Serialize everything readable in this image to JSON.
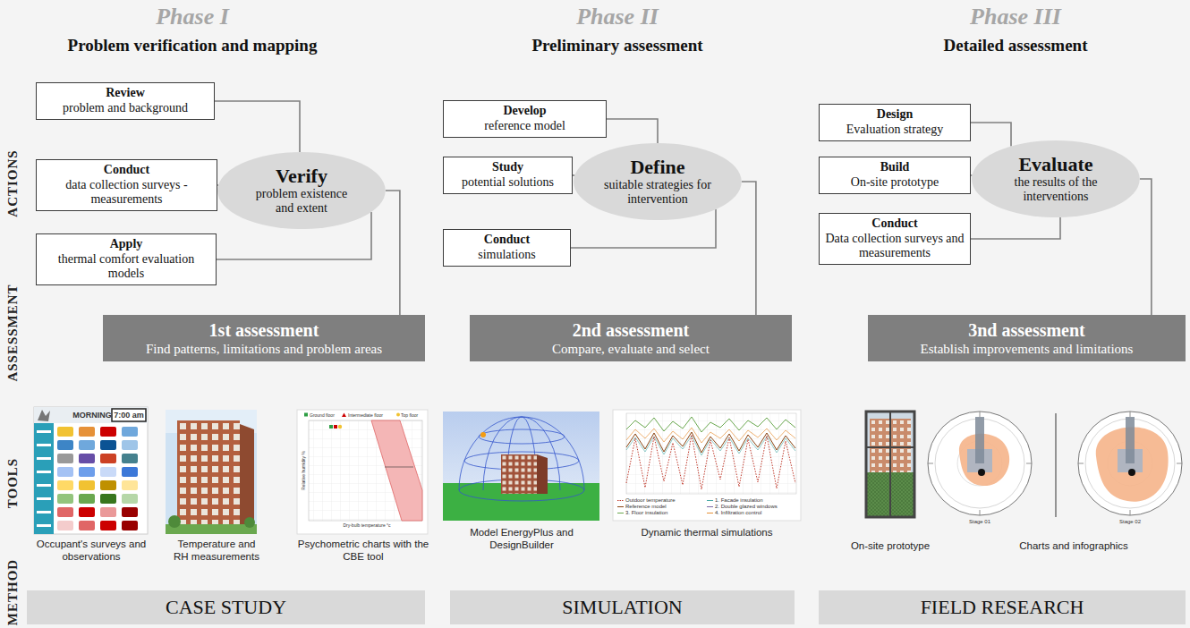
{
  "diagram": {
    "nodes": [
      {
        "text": [
          "Review",
          "problem and background"
        ]
      },
      {
        "text": [
          "Conduct",
          "data collection surveys -measurements"
        ]
      },
      {
        "text": [
          "Apply",
          "thermal comfort evaluation models"
        ]
      },
      {
        "text": [
          "Verify",
          "problem existence and extent"
        ]
      },
      {
        "text": [
          "1st assessment",
          "Find patterns, limitations and problem areas"
        ]
      },
      {
        "text": [
          "Develop",
          "reference model"
        ]
      },
      {
        "text": [
          "Study",
          "potential solutions"
        ]
      },
      {
        "text": [
          "Conduct",
          "simulations"
        ]
      },
      {
        "text": [
          "Define",
          "suitable strategies for intervention"
        ]
      },
      {
        "text": [
          "2nd assessment",
          "Compare, evaluate and select"
        ]
      },
      {
        "text": [
          "Design",
          "Evaluation strategy"
        ]
      },
      {
        "text": [
          "Build",
          "On-site prototype"
        ]
      },
      {
        "text": [
          "Conduct",
          "Data collection surveys and measurements"
        ]
      },
      {
        "text": [
          "Evaluate",
          "the results of the interventions"
        ]
      },
      {
        "text": [
          "3nd assessment",
          "Establish improvements and limitations"
        ]
      },
      {
        "text": [
          "CASE STUDY"
        ]
      },
      {
        "text": [
          "SIMULATION"
        ]
      },
      {
        "text": [
          "FIELD RESEARCH"
        ]
      }
    ],
    "edges": [
      {
        "from": 0,
        "to": 3,
        "arrow": "none"
      },
      {
        "from": 1,
        "to": 3,
        "arrow": "none"
      },
      {
        "from": 2,
        "to": 3,
        "arrow": "none"
      },
      {
        "from": 3,
        "to": 4,
        "arrow": "none"
      },
      {
        "from": 5,
        "to": 8,
        "arrow": "none"
      },
      {
        "from": 6,
        "to": 8,
        "arrow": "none"
      },
      {
        "from": 7,
        "to": 8,
        "arrow": "none"
      },
      {
        "from": 8,
        "to": 9,
        "arrow": "none"
      },
      {
        "from": 10,
        "to": 13,
        "arrow": "none"
      },
      {
        "from": 11,
        "to": 13,
        "arrow": "none"
      },
      {
        "from": 12,
        "to": 13,
        "arrow": "none"
      },
      {
        "from": 13,
        "to": 14,
        "arrow": "none"
      }
    ],
    "labels": [
      "Phase I",
      "Problem verification and mapping",
      "Phase II",
      "Preliminary assessment",
      "Phase III",
      "Detailed assessment",
      "ACTIONS",
      "ASSESSMENT",
      "TOOLS",
      "METHOD",
      "MORNING",
      "7:00 am",
      "Occupant's surveys and observations",
      "Temperature and RH measurements",
      "Relative humidity %",
      "Dry-bulb temperature °c",
      "Psychometric charts with the CBE tool",
      "Model EnergyPlus and DesignBuilder",
      "Dynamic thermal simulations",
      "On-site prototype",
      "Stage 01",
      "Stage 02",
      "Charts and infographics"
    ],
    "legend": [
      {
        "text": "Ground floor"
      },
      {
        "text": "Intermediate floor"
      },
      {
        "text": "Top floor"
      },
      {
        "text": "Outdoor temperature"
      },
      {
        "text": "1. Facade insulation"
      },
      {
        "text": "Reference model"
      },
      {
        "text": "2. Double glazed windows"
      },
      {
        "text": "3. Floor insulation"
      },
      {
        "text": "4. Infiltration control"
      }
    ]
  }
}
